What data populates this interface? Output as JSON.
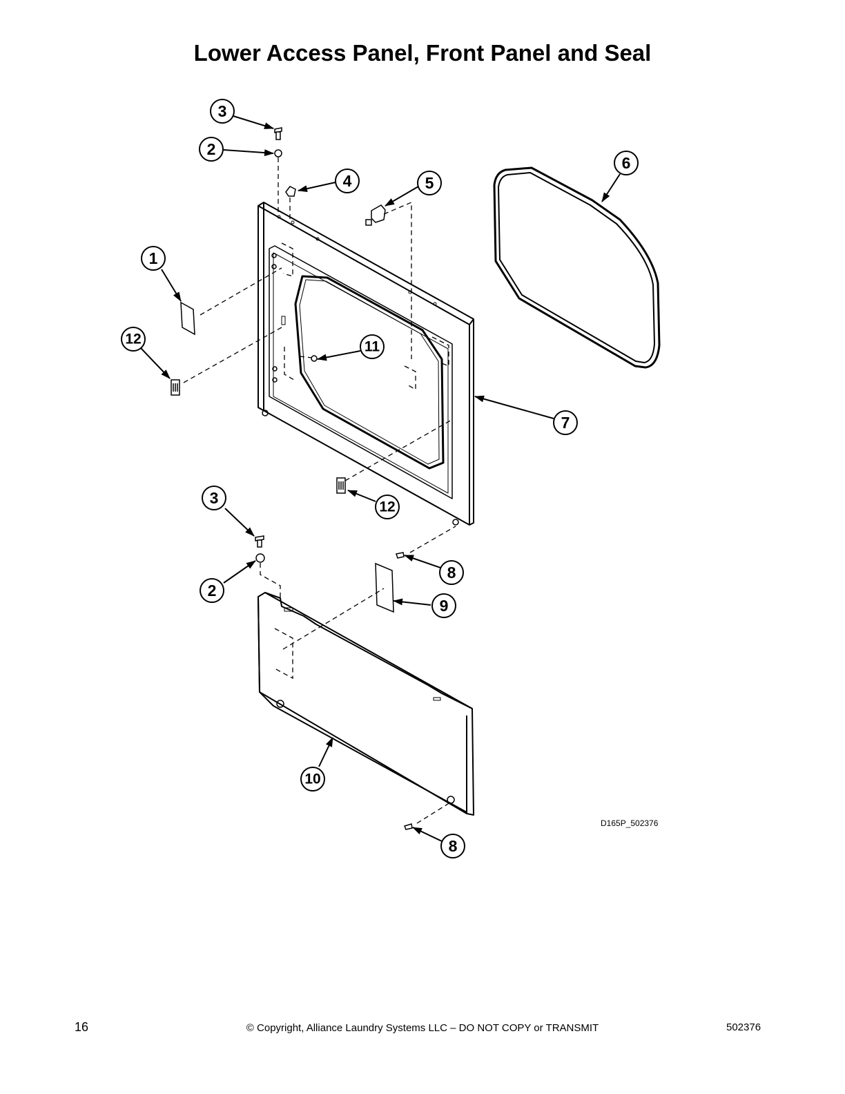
{
  "title": "Lower Access Panel, Front Panel and Seal",
  "callouts": [
    {
      "id": "c3a",
      "label": "3"
    },
    {
      "id": "c2a",
      "label": "2"
    },
    {
      "id": "c4",
      "label": "4"
    },
    {
      "id": "c5",
      "label": "5"
    },
    {
      "id": "c6",
      "label": "6"
    },
    {
      "id": "c1",
      "label": "1"
    },
    {
      "id": "c12a",
      "label": "12"
    },
    {
      "id": "c11",
      "label": "11"
    },
    {
      "id": "c7",
      "label": "7"
    },
    {
      "id": "c12b",
      "label": "12"
    },
    {
      "id": "c3b",
      "label": "3"
    },
    {
      "id": "c8a",
      "label": "8"
    },
    {
      "id": "c2b",
      "label": "2"
    },
    {
      "id": "c9",
      "label": "9"
    },
    {
      "id": "c10",
      "label": "10"
    },
    {
      "id": "c8b",
      "label": "8"
    }
  ],
  "drawing_id": "D165P_502376",
  "footer": {
    "page_number": "16",
    "copyright": "© Copyright, Alliance Laundry Systems LLC – DO NOT COPY or TRANSMIT",
    "doc_number": "502376"
  }
}
